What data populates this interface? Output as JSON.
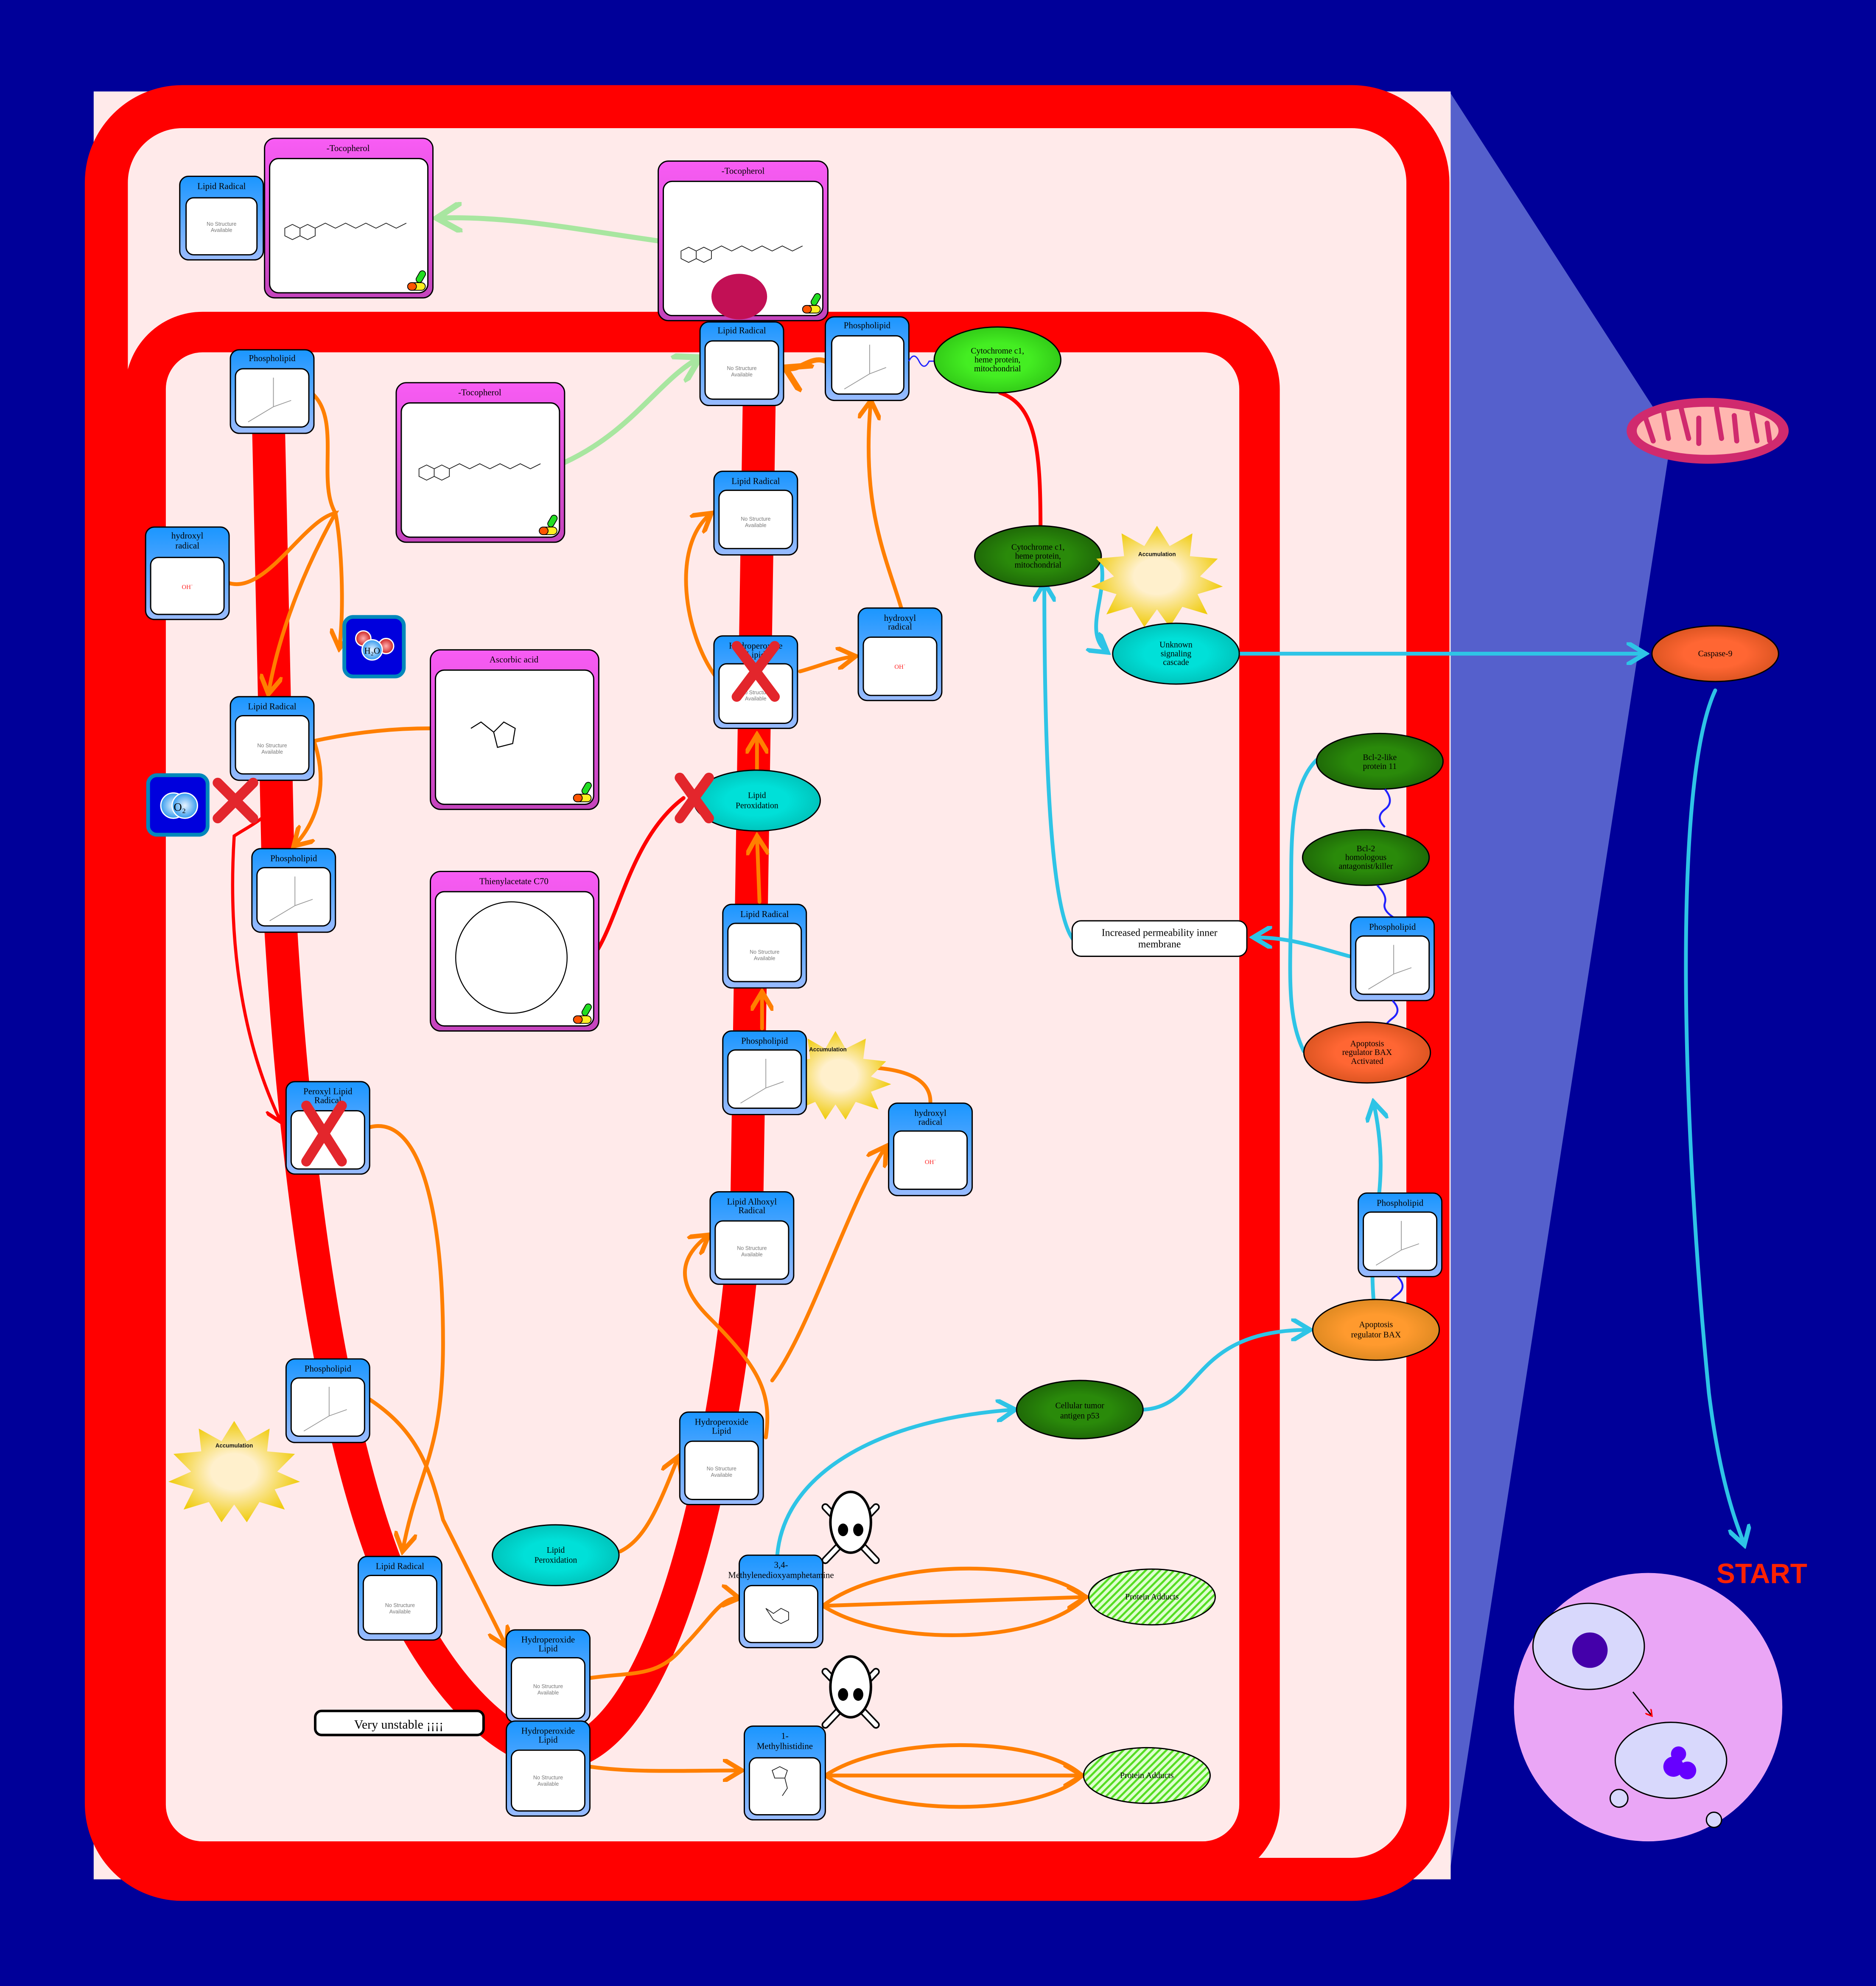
{
  "diagram_title": "Lipid peroxidation and mitochondrial apoptosis pathway",
  "colors": {
    "background": "#000099",
    "membrane": "#ff0000",
    "compartment_fill": "#ffeaea",
    "molecule_header": "#2299ff",
    "drug_header": "#f55cf0",
    "reaction_arrow": "#ff7f00",
    "signal_arrow": "#2ec4e6",
    "inhibit_arrow": "#ff0000",
    "antioxidant_arrow": "#a8e6a0"
  },
  "common": {
    "no_structure_line1": "No Structure",
    "no_structure_line2": "Available",
    "hydroxyl_formula": "OH˙",
    "accumulation": "Accumulation"
  },
  "outer_compartment": {
    "lipid_radical": "Lipid Radical",
    "tocopherol_left": "-Tocopherol",
    "tocopherol_right": "-Tocopherol"
  },
  "membrane_nodes": {
    "lipid_radical_top": "Lipid Radical",
    "phospholipid_top": "Phospholipid",
    "cytochrome_top": [
      "Cytochrome c1,",
      "heme protein,",
      "mitochondrial"
    ]
  },
  "inner_left": {
    "phospholipid_1": "Phospholipid",
    "hydroxyl_radical": [
      "hydroxyl",
      "radical"
    ],
    "water": "H₂O",
    "lipid_radical": "Lipid Radical",
    "oxygen": "O₂",
    "phospholipid_2": "Phospholipid",
    "peroxyl_lipid_radical": [
      "Peroxyl Lipid",
      "Radical"
    ],
    "phospholipid_3": "Phospholipid",
    "lipid_radical_bottom": "Lipid Radical",
    "hydroperoxide_lipid_1": [
      "Hydroperoxide",
      "Lipid"
    ],
    "hydroperoxide_lipid_2": [
      "Hydroperoxide",
      "Lipid"
    ],
    "very_unstable": "Very unstable ¡¡¡¡"
  },
  "inner_center": {
    "tocopherol": "-Tocopherol",
    "ascorbic_acid": "Ascorbic acid",
    "thienylacetate": "Thienylacetate C70",
    "lipid_radical_a": "Lipid Radical",
    "hydroperoxide_crossed": [
      "Hydroperoxide",
      "Lipid"
    ],
    "hydroxyl_radical_a": [
      "hydroxyl",
      "radical"
    ],
    "lipid_peroxidation_a": [
      "Lipid",
      "Peroxidation"
    ],
    "lipid_radical_b": "Lipid Radical",
    "phospholipid_c": "Phospholipid",
    "hydroxyl_radical_b": [
      "hydroxyl",
      "radical"
    ],
    "lipid_alkoxyl_radical": [
      "Lipid Alhoxyl",
      "Radical"
    ],
    "hydroperoxide_lipid_c": [
      "Hydroperoxide",
      "Lipid"
    ],
    "lipid_peroxidation_b": [
      "Lipid",
      "Peroxidation"
    ],
    "mda": [
      "3,4-",
      "Methylenedioxyamphetamine"
    ],
    "methylhistidine": [
      "1-",
      "Methylhistidine"
    ],
    "protein_adducts_1": "Protein Adducts",
    "protein_adducts_2": "Protein Adducts"
  },
  "apoptosis": {
    "cytochrome_inner": [
      "Cytochrome c1,",
      "heme protein,",
      "mitochondrial"
    ],
    "unknown_cascade": [
      "Unknown",
      "signaling",
      "cascade"
    ],
    "bcl2_like_11": [
      "Bcl-2-like",
      "protein 11"
    ],
    "bcl2_homologous": [
      "Bcl-2",
      "homologous",
      "antagonist/killer"
    ],
    "phospholipid_r1": "Phospholipid",
    "increased_permeability": [
      "Increased permeability inner",
      "membrane"
    ],
    "bax_activated": [
      "Apoptosis",
      "regulator BAX",
      "Activated"
    ],
    "phospholipid_r2": "Phospholipid",
    "bax": [
      "Apoptosis",
      "regulator BAX"
    ],
    "p53": [
      "Cellular tumor",
      "antigen p53"
    ],
    "caspase9": "Caspase-9",
    "start": "START"
  }
}
